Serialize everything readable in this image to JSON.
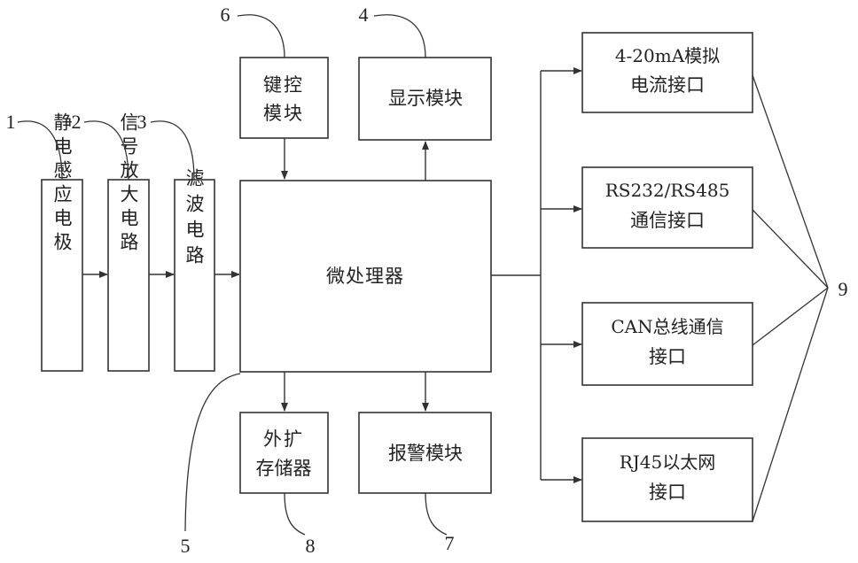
{
  "blocks": {
    "electrode": {
      "label": "静电感应电极"
    },
    "amplifier": {
      "label": "信号放大电路"
    },
    "filter": {
      "label": "滤波电路"
    },
    "mcu": {
      "label": "微处理器"
    },
    "keypad": {
      "line1": "键控",
      "line2": "模块"
    },
    "display": {
      "label": "显示模块"
    },
    "storage": {
      "line1": "外扩",
      "line2": "存储器"
    },
    "alarm": {
      "label": "报警模块"
    },
    "analog": {
      "line1": "4-20mA模拟",
      "line2": "电流接口"
    },
    "serial": {
      "line1": "RS232/RS485",
      "line2": "通信接口"
    },
    "can": {
      "line1": "CAN总线通信",
      "line2": "接口"
    },
    "ethernet": {
      "line1": "RJ45以太网",
      "line2": "接口"
    }
  },
  "labels": {
    "n1": "1",
    "n2": "2",
    "n3": "3",
    "n4": "4",
    "n5": "5",
    "n6": "6",
    "n7": "7",
    "n8": "8",
    "n9": "9"
  }
}
